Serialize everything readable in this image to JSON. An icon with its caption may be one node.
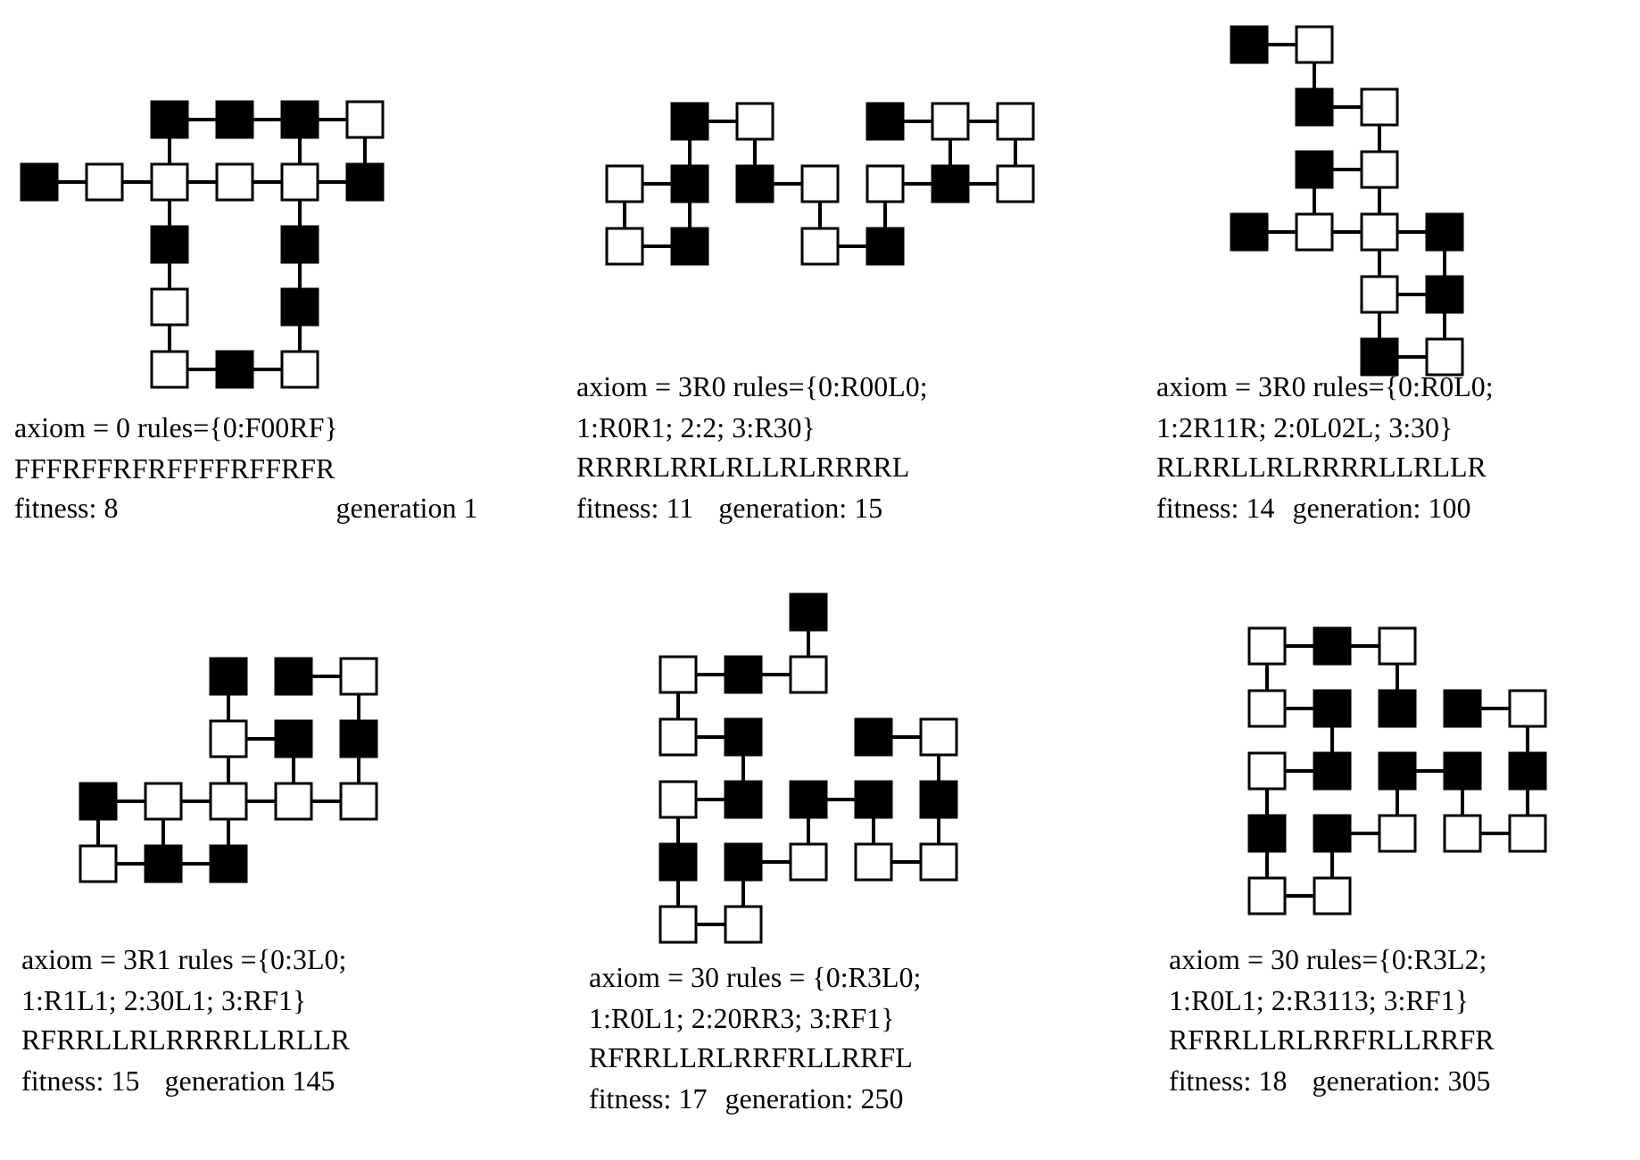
{
  "diagram": {
    "labels": [
      "axiom = 0 rules={0:F00RF}",
      "FFFRFFRFRFFFFRFFRFR",
      "fitness: 8",
      "generation 1",
      "axiom = 3R0 rules={0:R00L0; 1:R0R1; 2:2; 3:R30}",
      "RRRRLRRLRLLRLRRRRL",
      "fitness: 11",
      "generation: 15",
      "axiom = 3R0 rules={0:R0L0; 1:2R11R; 2:0L02L; 3:30}",
      "RLRRLLRLRRRRLLRLLR",
      "fitness: 14",
      "generation: 100",
      "axiom = 3R1 rules ={0:3L0; 1:R1L1; 2:30L1; 3:RF1}",
      "RFRRLLRLRRRRLLRLLR",
      "fitness: 15",
      "generation 145",
      "axiom = 30 rules = {0:R3L0; 1:R0L1; 2:20RR3; 3:RF1}",
      "RFRRLLRLRRFRLLRRFL",
      "fitness: 17",
      "generation: 250",
      "axiom = 30 rules={0:R3L2; 1:R0L1; 2:R3113; 3:RF1}",
      "RFRRLLRLRRFRLLRRFR",
      "fitness: 18",
      "generation: 305"
    ]
  }
}
